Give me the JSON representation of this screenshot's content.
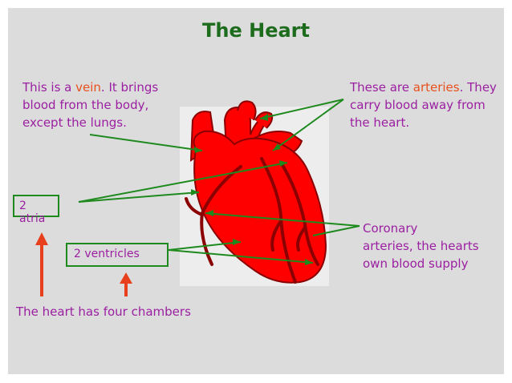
{
  "title": "The Heart",
  "vein_note": {
    "pre": "This is a ",
    "key": "vein",
    "post": ". It brings\nblood from the body,\nexcept the lungs."
  },
  "artery_note": {
    "pre": "These are ",
    "key": "arteries",
    "post": ". They\ncarry blood away from\nthe heart."
  },
  "atria_label": "2 atria",
  "ventricles_label": "2 ventricles",
  "coronary_note": "Coronary\narteries, the hearts\nown blood supply",
  "chambers_note": "The heart has four chambers",
  "colors": {
    "text": "#9b1fa1",
    "keyword": "#e8501c",
    "title": "#1d6b1d",
    "line": "#1e8a1e",
    "arrow": "#e8401c",
    "heart": "#ff0000"
  }
}
